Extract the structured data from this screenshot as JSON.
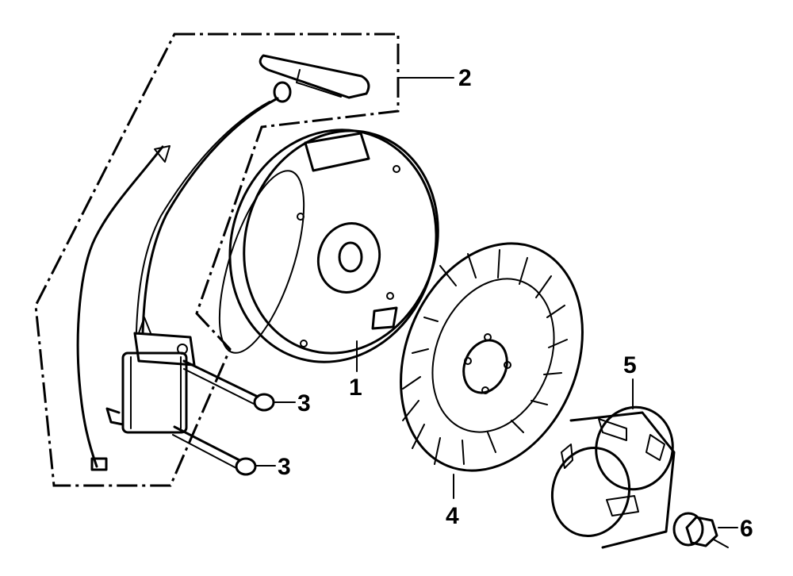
{
  "callouts": [
    {
      "id": "flywheel",
      "label": "1"
    },
    {
      "id": "ignition-coil-assembly",
      "label": "2"
    },
    {
      "id": "bolt-upper",
      "label": "3"
    },
    {
      "id": "bolt-lower",
      "label": "3"
    },
    {
      "id": "cooling-fan",
      "label": "4"
    },
    {
      "id": "starter-cup",
      "label": "5"
    },
    {
      "id": "flange-nut",
      "label": "6"
    }
  ],
  "colors": {
    "ink": "#000000",
    "paper": "#ffffff"
  }
}
